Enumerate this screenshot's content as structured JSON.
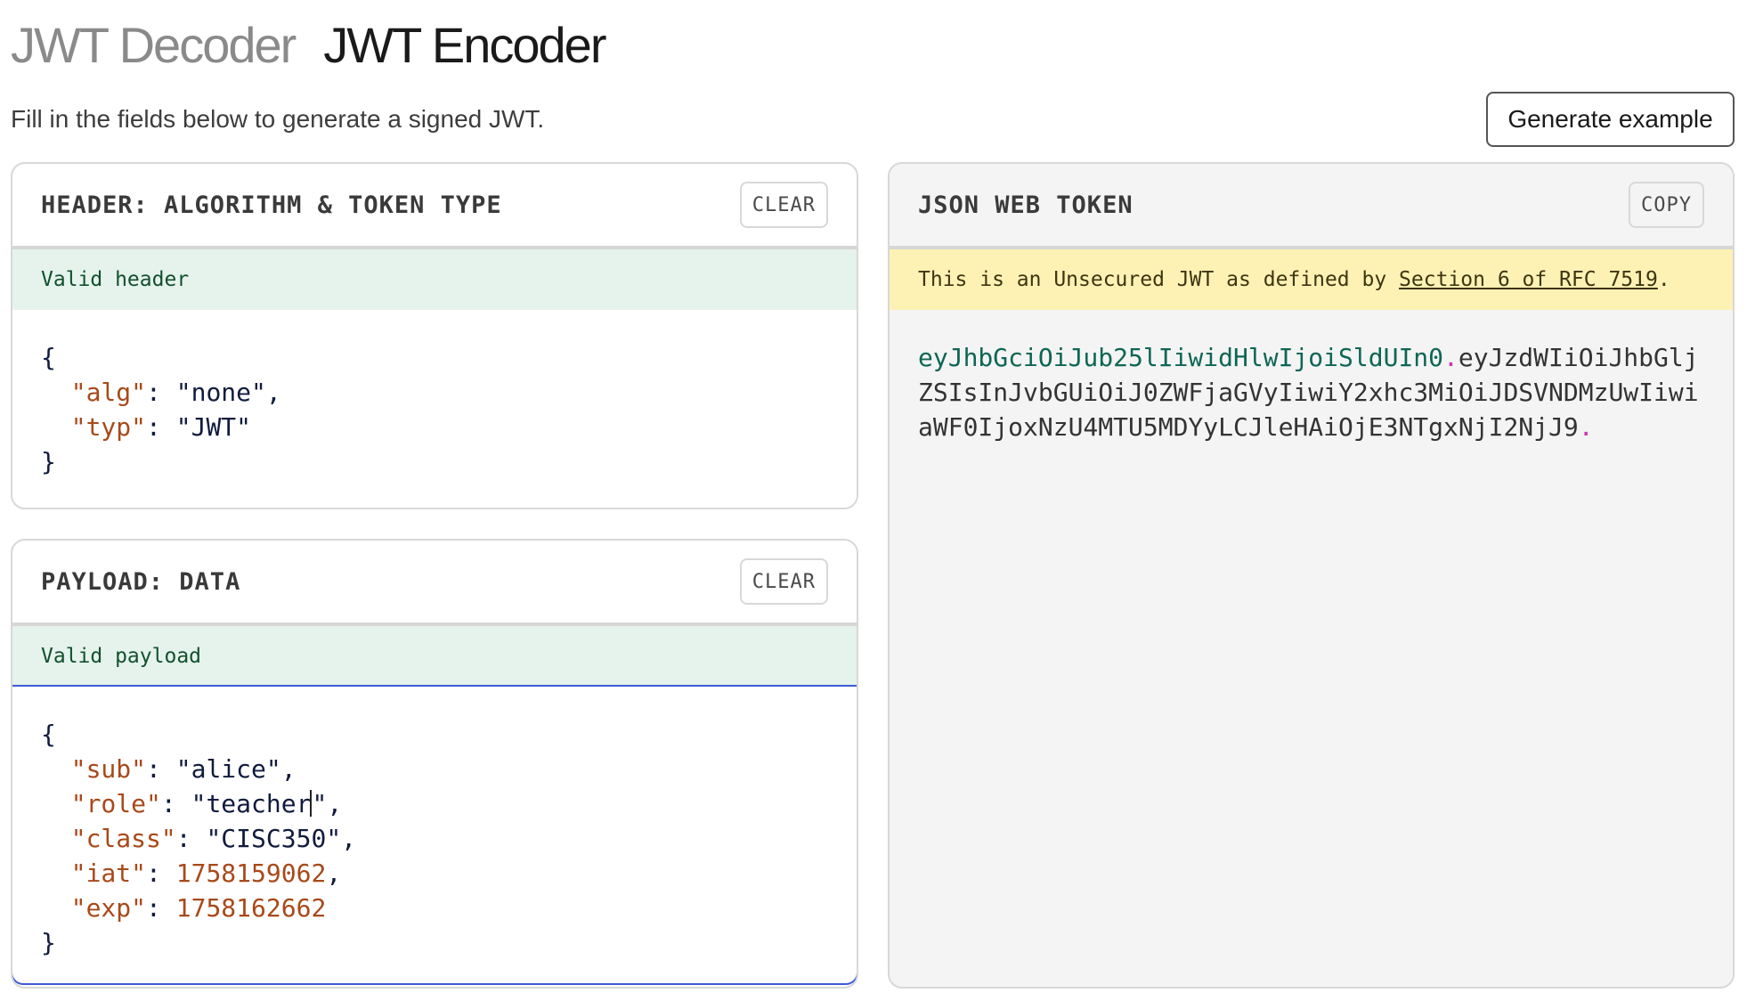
{
  "tabs": [
    {
      "label": "JWT Decoder",
      "active": false
    },
    {
      "label": "JWT Encoder",
      "active": true
    }
  ],
  "subtitle": "Fill in the fields below to generate a signed JWT.",
  "generate_button": "Generate example",
  "header_panel": {
    "title": "HEADER: ALGORITHM & TOKEN TYPE",
    "clear_label": "CLEAR",
    "status": "Valid header",
    "json": {
      "open": "{",
      "close": "}",
      "lines": [
        {
          "key": "\"alg\"",
          "value": "\"none\"",
          "type": "string",
          "comma": ","
        },
        {
          "key": "\"typ\"",
          "value": "\"JWT\"",
          "type": "string",
          "comma": ""
        }
      ]
    }
  },
  "payload_panel": {
    "title": "PAYLOAD: DATA",
    "clear_label": "CLEAR",
    "status": "Valid payload",
    "json": {
      "open": "{",
      "close": "}",
      "lines": [
        {
          "key": "\"sub\"",
          "value": "\"alice\"",
          "type": "string",
          "comma": ","
        },
        {
          "key": "\"role\"",
          "value_before_caret": "\"teacher",
          "value_after_caret": "\"",
          "type": "string",
          "comma": ","
        },
        {
          "key": "\"class\"",
          "value": "\"CISC350\"",
          "type": "string",
          "comma": ","
        },
        {
          "key": "\"iat\"",
          "value": "1758159062",
          "type": "number",
          "comma": ","
        },
        {
          "key": "\"exp\"",
          "value": "1758162662",
          "type": "number",
          "comma": ""
        }
      ]
    }
  },
  "token_panel": {
    "title": "JSON WEB TOKEN",
    "copy_label": "COPY",
    "warning_prefix": "This is an Unsecured JWT as defined by ",
    "warning_link": "Section 6 of RFC 7519",
    "warning_suffix": ".",
    "token_header": "eyJhbGciOiJub25lIiwidHlwIjoiSldUIn0",
    "token_dot1": ".",
    "token_payload": "eyJzdWIiOiJhbGljZSIsInJvbGUiOiJ0ZWFjaGVyIiwiY2xhc3MiOiJDSVNDMzUwIiwiaWF0IjoxNzU4MTU5MDYyLCJleHAiOjE3NTgxNjI2NjJ9",
    "token_dot2": "."
  },
  "colors": {
    "token_header": "#0d6654",
    "token_dot": "#d033b5",
    "json_key": "#a8491a",
    "valid_bg": "#e5f3ec",
    "warn_bg": "#fdf2b4",
    "focus_border": "#3d5bd6"
  }
}
